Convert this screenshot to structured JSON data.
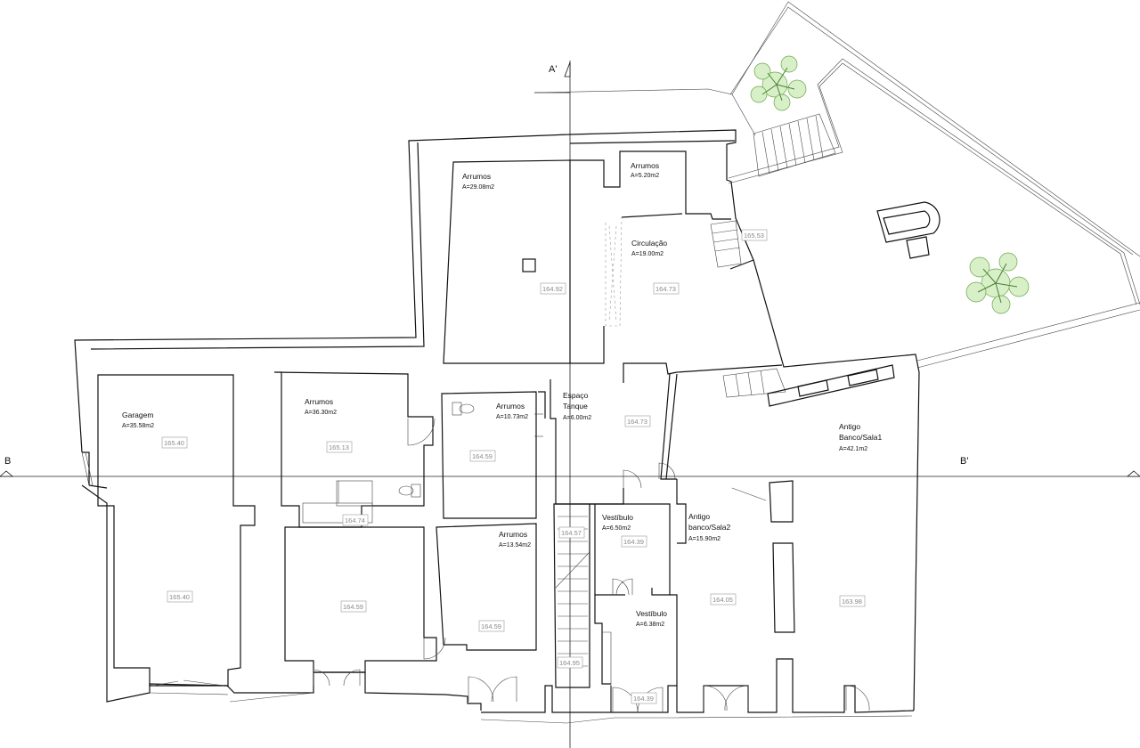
{
  "section_marks": {
    "a": "A'",
    "b_left": "B",
    "b_right": "B'"
  },
  "rooms": [
    {
      "id": "arrumos-1",
      "name": "Arrumos",
      "area": "A=29.08m2"
    },
    {
      "id": "arrumos-2",
      "name": "Arrumos",
      "area": "A=5.20m2"
    },
    {
      "id": "circulacao",
      "name": "Circulação",
      "area": "A=19.00m2"
    },
    {
      "id": "garagem",
      "name": "Garagem",
      "area": "A=35.58m2"
    },
    {
      "id": "arrumos-3",
      "name": "Arrumos",
      "area": "A=36.30m2"
    },
    {
      "id": "arrumos-4",
      "name": "Arrumos",
      "area": "A=10.73m2"
    },
    {
      "id": "espaco-tanque",
      "name_line1": "Espaço",
      "name_line2": "Tanque",
      "area": "A=6.00m2"
    },
    {
      "id": "antigo-banco-sala1",
      "name_line1": "Antigo",
      "name_line2": "Banco/Sala1",
      "area": "A=42.1m2"
    },
    {
      "id": "arrumos-5",
      "name": "Arrumos",
      "area": "A=13.54m2"
    },
    {
      "id": "vestibulo-1",
      "name": "Vestíbulo",
      "area": "A=6.50m2"
    },
    {
      "id": "antigo-banco-sala2",
      "name_line1": "Antigo",
      "name_line2": "banco/Sala2",
      "area": "A=15.90m2"
    },
    {
      "id": "vestibulo-2",
      "name": "Vestíbulo",
      "area": "A=6.38m2"
    }
  ],
  "levels": [
    "164.92",
    "164.73",
    "165.53",
    "165.40",
    "165.13",
    "164.59",
    "164.73",
    "164.74",
    "164.57",
    "164.39",
    "165.40",
    "164.59",
    "164.59",
    "164.05",
    "163.98",
    "164.95",
    "164.39"
  ],
  "colors": {
    "line": "#111111",
    "level_text": "#8a8a8a",
    "tree_fill": "#d8f0c8",
    "tree_stroke": "#6aa64a"
  }
}
